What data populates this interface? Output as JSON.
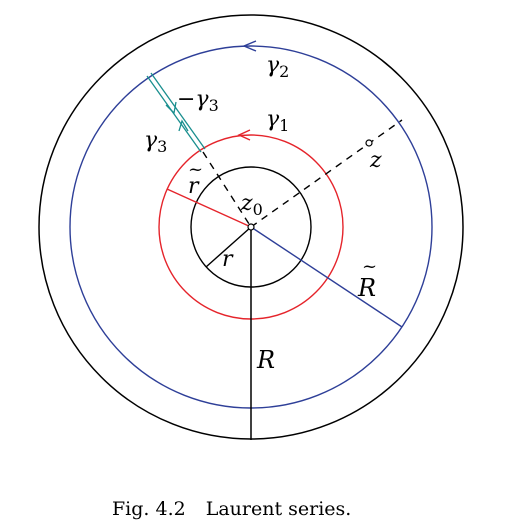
{
  "figure": {
    "caption": {
      "number": "Fig. 4.2",
      "title": "Laurent series."
    },
    "labels": {
      "gamma2": {
        "main": "γ",
        "sub": "2"
      },
      "gamma1": {
        "main": "γ",
        "sub": "1"
      },
      "gamma3": {
        "main": "γ",
        "sub": "3"
      },
      "neg_gamma3": {
        "main": "−γ",
        "sub": "3"
      },
      "r_tilde": {
        "main": "r",
        "accent": "~"
      },
      "R_tilde": {
        "main": "R",
        "accent": "~"
      },
      "z0": {
        "main": "z",
        "sub": "0"
      },
      "z": "z",
      "r": "r",
      "R": "R"
    },
    "colors": {
      "outer_circle": "#000000",
      "gamma2_contour": "#2e3f98",
      "gamma1_contour": "#e5242b",
      "inner_circle": "#000000",
      "gamma3_path": "#1a8f8f",
      "radius_R_tilde": "#2e3f98",
      "radius_r_tilde": "#e5242b"
    }
  }
}
